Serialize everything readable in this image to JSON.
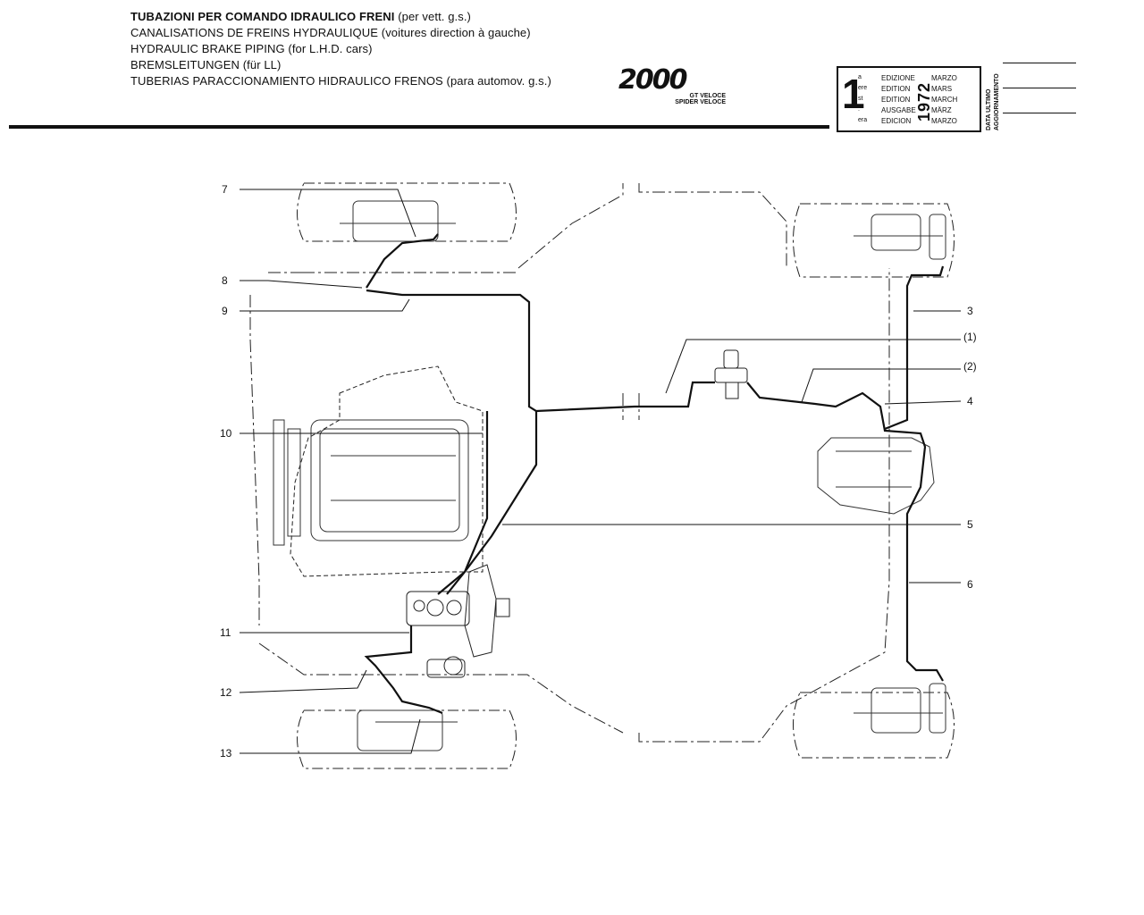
{
  "header": {
    "title_lines": [
      {
        "main": "TUBAZIONI PER COMANDO IDRAULICO FRENI",
        "paren": " (per vett. g.s.)",
        "bold": true
      },
      {
        "main": "CANALISATIONS DE FREINS HYDRAULIQUE",
        "paren": " (voitures direction à gauche)",
        "bold": false
      },
      {
        "main": "HYDRAULIC BRAKE PIPING",
        "paren": " (for L.H.D. cars)",
        "bold": false
      },
      {
        "main": "BREMSLEITUNGEN",
        "paren": " (für LL)",
        "bold": false
      },
      {
        "main": "TUBERIAS PARACCIONAMIENTO HIDRAULICO FRENOS",
        "paren": " (para automov. g.s.)",
        "bold": false
      }
    ],
    "logo": {
      "mark": "2000",
      "line1": "GT VELOCE",
      "line2": "SPIDER VELOCE"
    }
  },
  "edition_box": {
    "digit": "1",
    "suffixes": [
      "a",
      "ere",
      "st",
      ".",
      "era"
    ],
    "labels": [
      "EDIZIONE",
      "EDITION",
      "EDITION",
      "AUSGABE",
      "EDICION"
    ],
    "months": [
      "MARZO",
      "MARS",
      "MARCH",
      "MÄRZ",
      "MARZO"
    ],
    "year": "1972"
  },
  "update_label": [
    "DATA ULTIMO",
    "AGGIORNAMENTO"
  ],
  "diagram": {
    "callouts_left": [
      "7",
      "8",
      "9",
      "10",
      "11",
      "12",
      "13"
    ],
    "callouts_right": [
      "3",
      "(1)",
      "(2)",
      "4",
      "5",
      "6"
    ]
  }
}
